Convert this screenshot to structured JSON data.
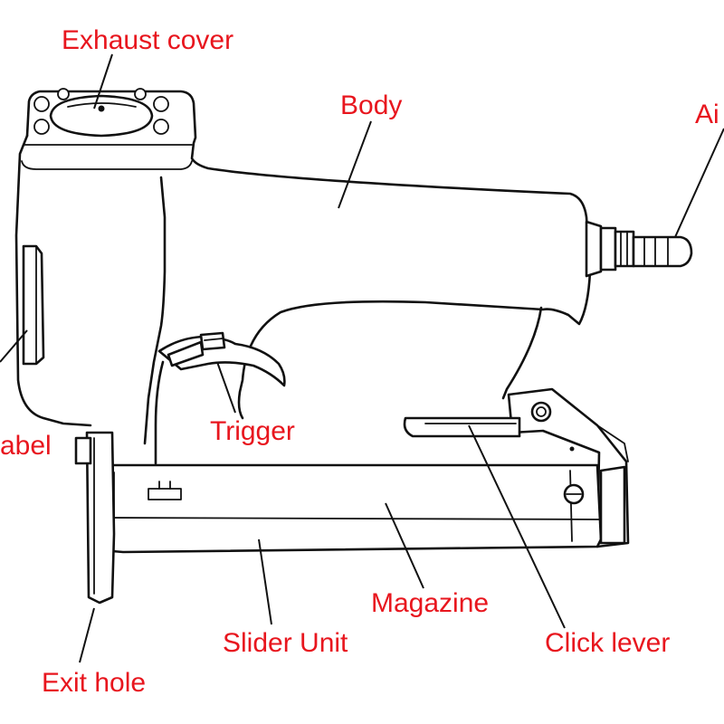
{
  "colors": {
    "label": "#e8161e",
    "line": "#111111"
  },
  "labels": {
    "exhaust_cover": "Exhaust cover",
    "body": "Body",
    "air_inlet": "Ai",
    "label": "abel",
    "trigger": "Trigger",
    "magazine": "Magazine",
    "slider_unit": "Slider Unit",
    "click_lever": "Click lever",
    "exit_hole": "Exit hole"
  }
}
